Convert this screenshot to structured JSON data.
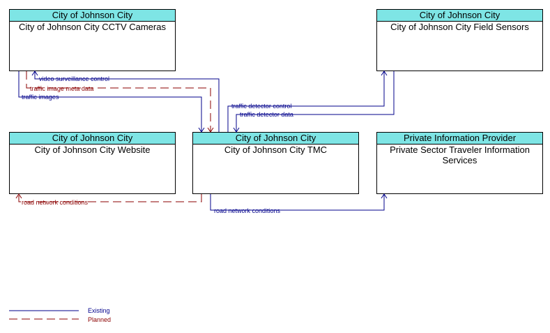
{
  "nodes": {
    "cctv": {
      "owner": "City of Johnson City",
      "name": "City of Johnson City CCTV Cameras"
    },
    "sensors": {
      "owner": "City of Johnson City",
      "name": "City of Johnson City Field Sensors"
    },
    "website": {
      "owner": "City of Johnson City",
      "name": "City of Johnson City Website"
    },
    "tmc": {
      "owner": "City of Johnson City",
      "name": "City of Johnson City TMC"
    },
    "private": {
      "owner": "Private Information Provider",
      "name": "Private Sector Traveler Information Services"
    }
  },
  "flows": {
    "video_surveillance_control": "video surveillance control",
    "traffic_image_meta_data": "traffic image meta data",
    "traffic_images": "traffic images",
    "traffic_detector_control": "traffic detector control",
    "traffic_detector_data": "traffic detector data",
    "road_network_website": "road network conditions",
    "road_network_private": "road network conditions"
  },
  "legend": {
    "existing": "Existing",
    "planned": "Planned"
  },
  "colors": {
    "existing": "#00008b",
    "planned": "#8b0000",
    "header": "#7ee5e5"
  }
}
